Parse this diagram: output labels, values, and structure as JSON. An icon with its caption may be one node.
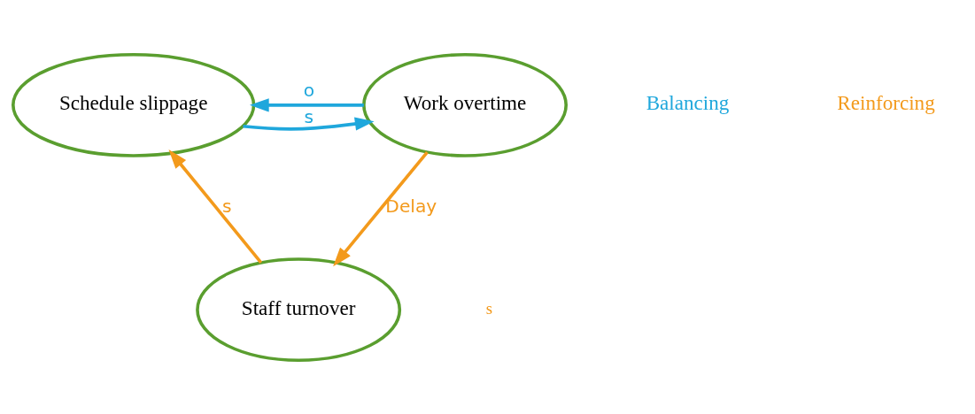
{
  "diagram": {
    "nodes": [
      {
        "text": [
          "Schedule slippage"
        ]
      },
      {
        "text": [
          "Work overtime"
        ]
      },
      {
        "text": [
          "Staff turnover"
        ]
      }
    ],
    "edges": [
      {
        "from": 0,
        "to": 1,
        "arrow": "to",
        "label": "s",
        "color": "#1fa7dc"
      },
      {
        "from": 1,
        "to": 0,
        "arrow": "to",
        "label": "o",
        "color": "#1fa7dc"
      },
      {
        "from": 1,
        "to": 2,
        "arrow": "to",
        "label": "Delay",
        "color": "#f39a1c"
      },
      {
        "from": 2,
        "to": 0,
        "arrow": "to",
        "label": "s",
        "color": "#f39a1c"
      }
    ],
    "labels": [
      "Balancing",
      "Reinforcing",
      "s"
    ]
  }
}
